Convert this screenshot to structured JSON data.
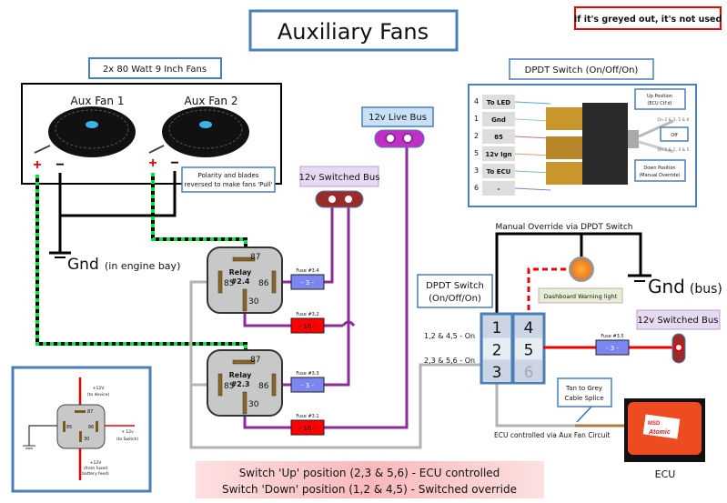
{
  "title": "Auxiliary Fans",
  "note": "If it's greyed out, it's not used",
  "fans": {
    "header": "2x 80 Watt 9 Inch Fans",
    "fan1": "Aux Fan 1",
    "fan2": "Aux Fan 2",
    "polarity_note_1": "Polarity and blades",
    "polarity_note_2": "reversed to make fans 'Pull'",
    "plus": "+",
    "minus": "−",
    "gnd": "Gnd",
    "gnd_suffix": "(in engine bay)"
  },
  "relays": [
    {
      "name": "Relay",
      "id": "#2.4",
      "p87": "87",
      "p85": "85",
      "p86": "86",
      "p30": "30"
    },
    {
      "name": "Relay",
      "id": "#2.3",
      "p87": "87",
      "p85": "85",
      "p86": "86",
      "p30": "30"
    }
  ],
  "fuses": [
    {
      "label": "Fuse #3.4",
      "value": "- 3 -",
      "color": "#7b86f0"
    },
    {
      "label": "Fuse #3.2",
      "value": "- 10 -",
      "color": "#ff0000"
    },
    {
      "label": "Fuse #3.3",
      "value": "- 3 -",
      "color": "#7b86f0"
    },
    {
      "label": "Fuse #3.1",
      "value": "- 10 -",
      "color": "#ff0000"
    },
    {
      "label": "Fuse #3.5",
      "value": "- 3 -",
      "color": "#7b86f0"
    }
  ],
  "buses": {
    "switched": "12v Switched Bus",
    "live": "12v Live Bus",
    "switched_right": "12v Switched Bus"
  },
  "dpdt_photo": {
    "title": "DPDT Switch (On/Off/On)",
    "pins": [
      {
        "num": "4",
        "label": "To LED"
      },
      {
        "num": "1",
        "label": "Gnd"
      },
      {
        "num": "2",
        "label": "85"
      },
      {
        "num": "5",
        "label": "12v Ign"
      },
      {
        "num": "3",
        "label": "To ECU"
      },
      {
        "num": "6",
        "label": "-"
      }
    ],
    "up_1": "Up Position",
    "up_2": "(ECU Ctl'd)",
    "on_up": "On 2 & 3, 5 & 6",
    "off": "Off",
    "on_down": "On 1 & 2, 4 & 5",
    "down_1": "Down Position",
    "down_2": "(Manual Override)"
  },
  "override": {
    "title": "Manual Override via DPDT Switch",
    "warning_light": "Dashboard Warning light",
    "gnd": "Gnd",
    "gnd_suffix": "(bus)",
    "switch_label_1": "DPDT Switch",
    "switch_label_2": "(On/Off/On)",
    "terminals": [
      "1",
      "2",
      "3",
      "4",
      "5",
      "6"
    ],
    "pos_down": "1,2 & 4,5 - On",
    "pos_up": "2,3 & 5,6 - On"
  },
  "ecu": {
    "splice_1": "Tan to Grey",
    "splice_2": "Cable Splice",
    "circuit": "ECU controlled via Aux Fan Circuit",
    "label": "ECU",
    "brand": "MSD",
    "model": "Atomic"
  },
  "legend_relay": {
    "p87": "87",
    "p85": "85",
    "p86": "86",
    "p30": "30",
    "to_device_1": "+12V",
    "to_device_2": "(to device)",
    "to_switch_1": "+ 12v",
    "to_switch_2": "(to Switch)",
    "feed_1": "+12V",
    "feed_2": "(from fused",
    "feed_3": "battery feed)"
  },
  "footer": {
    "line1": "Switch 'Up' position (2,3 & 5,6) - ECU controlled",
    "line2": "Switch 'Down' position (1,2 & 4,5) - Switched override"
  },
  "colors": {
    "wire_power": "#8e2a9a",
    "wire_trigger": "#00e53d",
    "wire_ecu": "#b3b3b3",
    "wire_switched": "#ff0000",
    "accent_blue": "#4a7fb8"
  }
}
